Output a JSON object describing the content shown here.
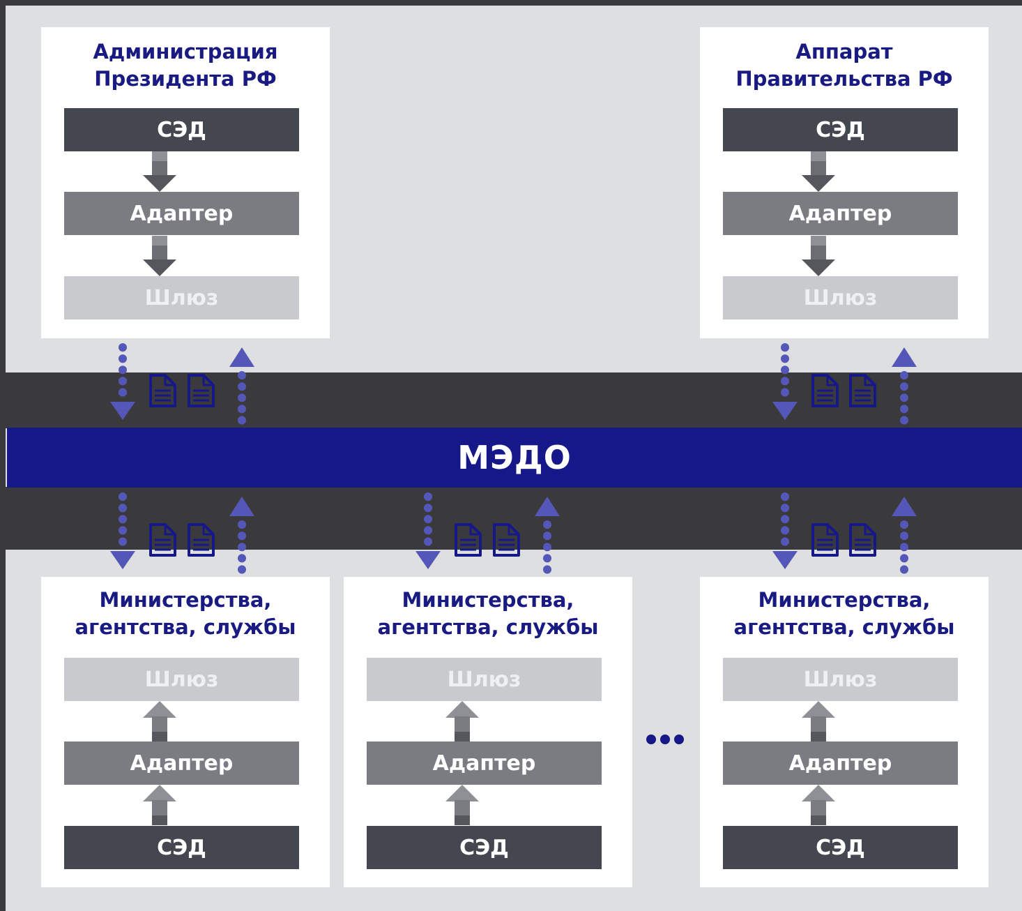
{
  "bus": {
    "label": "МЭДО"
  },
  "top_cards": [
    {
      "title_line1": "Администрация",
      "title_line2": "Президента РФ",
      "sed": "СЭД",
      "adapter": "Адаптер",
      "gateway": "Шлюз"
    },
    {
      "title_line1": "Аппарат",
      "title_line2": "Правительства РФ",
      "sed": "СЭД",
      "adapter": "Адаптер",
      "gateway": "Шлюз"
    }
  ],
  "bottom_cards": [
    {
      "title_line1": "Министерства,",
      "title_line2": "агентства, службы",
      "gateway": "Шлюз",
      "adapter": "Адаптер",
      "sed": "СЭД"
    },
    {
      "title_line1": "Министерства,",
      "title_line2": "агентства, службы",
      "gateway": "Шлюз",
      "adapter": "Адаптер",
      "sed": "СЭД"
    },
    {
      "title_line1": "Министерства,",
      "title_line2": "агентства, службы",
      "gateway": "Шлюз",
      "adapter": "Адаптер",
      "sed": "СЭД"
    }
  ],
  "colors": {
    "bus": "#16188a",
    "band": "#3a3a3c",
    "sed": "#44474f",
    "adapter": "#7a7c82",
    "gateway": "#c9cacd",
    "title": "#1a1b82",
    "flow": "#5557b8"
  },
  "icons": {
    "document": "document-icon",
    "more": "ellipsis-icon"
  }
}
